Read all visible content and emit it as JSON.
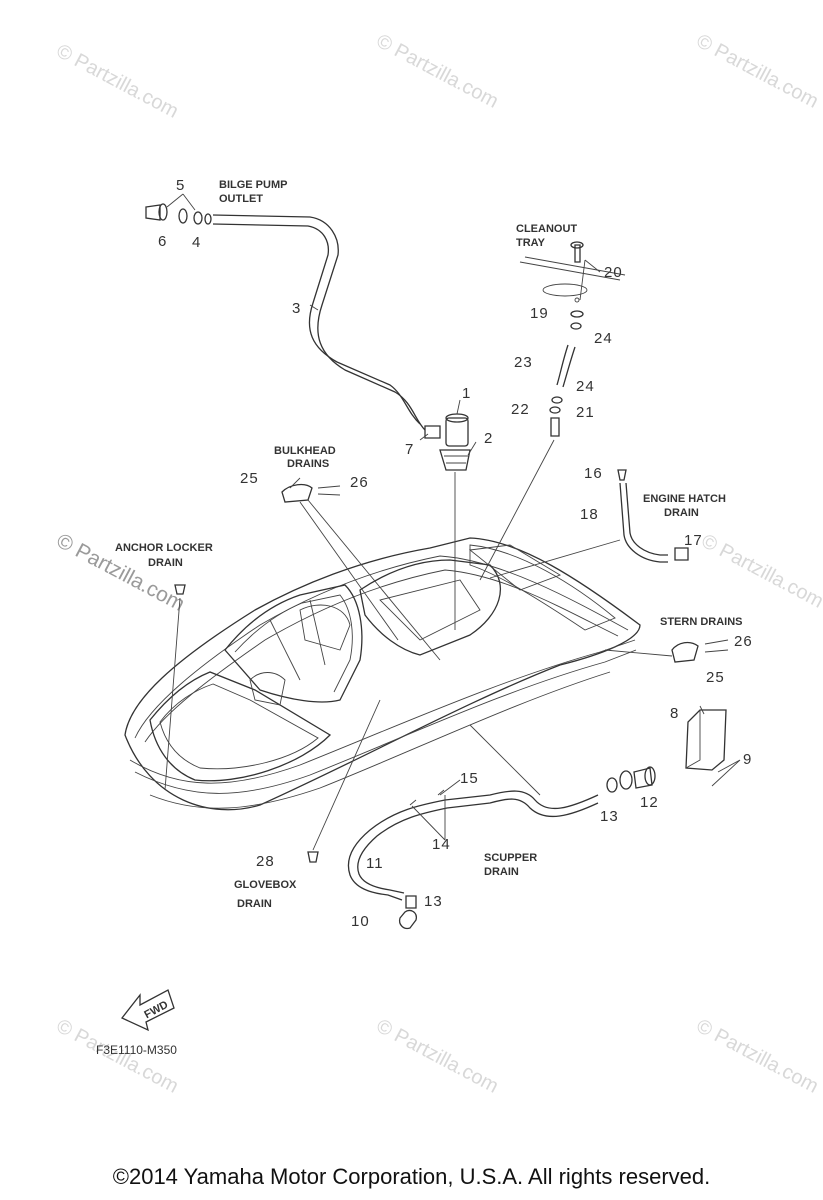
{
  "watermark": "© Partzilla.com",
  "callouts": {
    "bilge_pump_outlet": [
      "BILGE PUMP",
      "OUTLET"
    ],
    "cleanout_tray": [
      "CLEANOUT",
      "TRAY"
    ],
    "bulkhead_drains": [
      "BULKHEAD",
      "DRAINS"
    ],
    "engine_hatch_drain": [
      "ENGINE HATCH",
      "DRAIN"
    ],
    "anchor_locker_drain": [
      "ANCHOR LOCKER",
      "DRAIN"
    ],
    "stern_drains": [
      "STERN DRAINS"
    ],
    "scupper_drain": [
      "SCUPPER",
      "DRAIN"
    ],
    "glovebox_drain": [
      "GLOVEBOX",
      "DRAIN"
    ]
  },
  "part_numbers": {
    "p5": "5",
    "p6": "6",
    "p4": "4",
    "p3": "3",
    "p1": "1",
    "p7": "7",
    "p2": "2",
    "p20": "20",
    "p19": "19",
    "p24a": "24",
    "p23": "23",
    "p24b": "24",
    "p22": "22",
    "p21": "21",
    "p25a": "25",
    "p26a": "26",
    "p16": "16",
    "p18": "18",
    "p17": "17",
    "p26b": "26",
    "p25b": "25",
    "p8": "8",
    "p9": "9",
    "p12": "12",
    "p13a": "13",
    "p15": "15",
    "p14": "14",
    "p11": "11",
    "p28": "28",
    "p13b": "13",
    "p10": "10"
  },
  "fwd_label": "FWD",
  "figure_code": "F3E1110-M350",
  "copyright": "©2014  Yamaha Motor Corporation, U.S.A. All rights reserved."
}
